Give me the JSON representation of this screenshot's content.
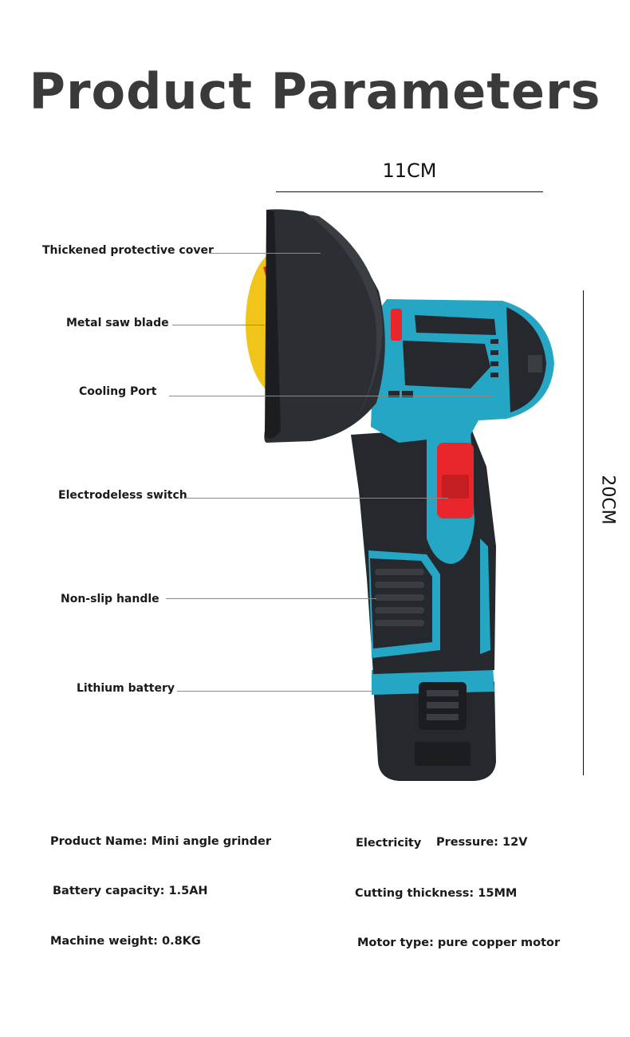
{
  "header": {
    "title": "Product Parameters"
  },
  "dimensions": {
    "width": "11CM",
    "height": "20CM"
  },
  "callouts": [
    {
      "label": "Thickened protective cover"
    },
    {
      "label": "Metal saw blade"
    },
    {
      "label": "Cooling Port"
    },
    {
      "label": "Electrodeless switch"
    },
    {
      "label": "Non-slip handle"
    },
    {
      "label": "Lithium battery"
    }
  ],
  "specs": {
    "product_name": "Product Name: Mini angle grinder",
    "electricity": "Electricity",
    "pressure": "Pressure: 12V",
    "battery_capacity": "Battery capacity: 1.5AH",
    "cutting_thickness": "Cutting thickness: 15MM",
    "machine_weight": "Machine weight: 0.8KG",
    "motor_type": "Motor type: pure copper motor"
  },
  "colors": {
    "body_teal": "#25a6c4",
    "body_dark": "#25282c",
    "switch_red": "#e8262b",
    "blade_yellow": "#f0c419"
  }
}
